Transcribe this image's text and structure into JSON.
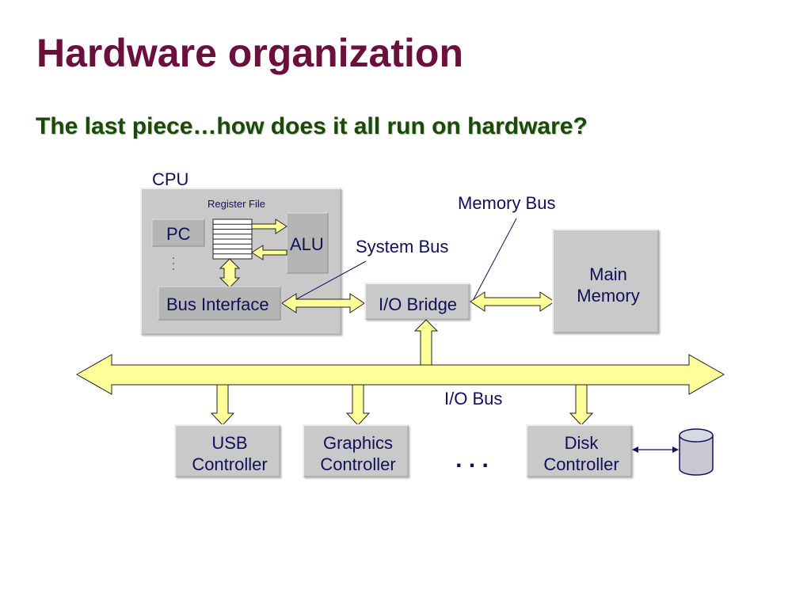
{
  "slide": {
    "title": "Hardware organization",
    "subtitle": "The last piece…how does it all run on hardware?"
  },
  "diagram": {
    "cpu_label": "CPU",
    "register_file_label": "Register File",
    "pc_label": "PC",
    "alu_label": "ALU",
    "bus_interface_label": "Bus Interface",
    "system_bus_label": "System Bus",
    "memory_bus_label": "Memory Bus",
    "io_bridge_label": "I/O Bridge",
    "main_memory_label": [
      "Main",
      "Memory"
    ],
    "io_bus_label": "I/O Bus",
    "usb_controller_label": [
      "USB",
      "Controller"
    ],
    "graphics_controller_label": [
      "Graphics",
      "Controller"
    ],
    "disk_controller_label": [
      "Disk",
      "Controller"
    ],
    "ellipsis": ". . ."
  },
  "colors": {
    "title": "#6b0f3c",
    "subtitle": "#1a4a0a",
    "label": "#10105a",
    "box_fill": "#c9c9c9",
    "arrow_fill": "#ffff99",
    "disk_fill": "#c8c8d2"
  },
  "icons": {
    "disk": "disk-cylinder-icon"
  }
}
